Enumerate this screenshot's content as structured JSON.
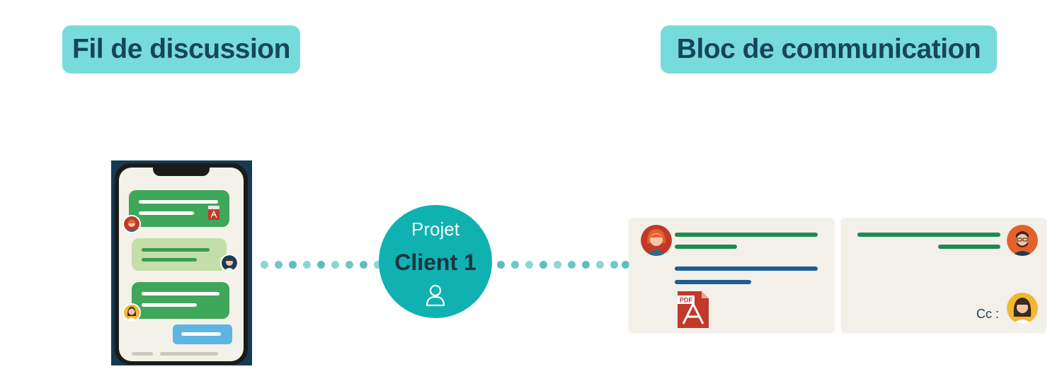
{
  "labels": {
    "thread_title": "Fil de discussion",
    "block_title": "Bloc de communication"
  },
  "hub": {
    "line1": "Projet",
    "line2": "Client 1"
  },
  "communication": {
    "cc_label": "Cc :"
  },
  "icons": [
    "pdf-icon",
    "user-icon",
    "avatar-icon"
  ],
  "colors": {
    "pill": "#78dbdb",
    "pill_text": "#17445e",
    "hub": "#10b1b1",
    "dots": "#5fc2c2",
    "green_bubble": "#3fa75a",
    "blue_line": "#1e5d96"
  }
}
